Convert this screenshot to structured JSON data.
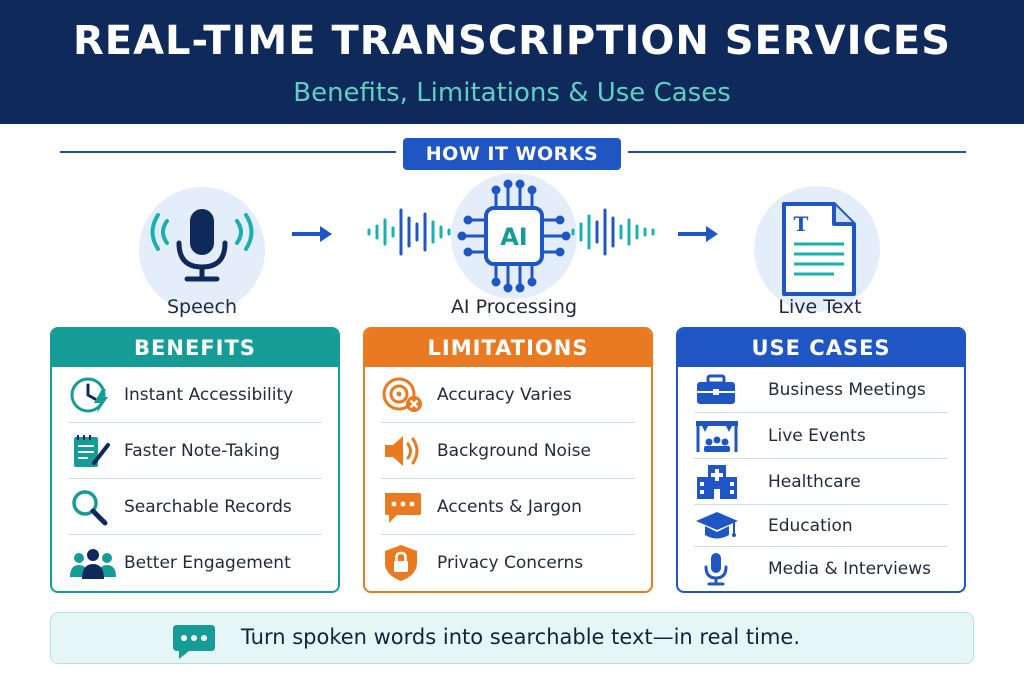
{
  "header": {
    "title": "REAL-TIME TRANSCRIPTION SERVICES",
    "subtitle": "Benefits, Limitations & Use Cases"
  },
  "how_it_works": {
    "label": "HOW IT WORKS",
    "steps": [
      {
        "label": "Speech",
        "icon": "microphone-icon"
      },
      {
        "label": "AI Processing",
        "icon": "ai-chip-icon",
        "chip_text": "AI"
      },
      {
        "label": "Live Text",
        "icon": "document-icon",
        "doc_letter": "T"
      }
    ]
  },
  "panels": {
    "benefits": {
      "title": "BENEFITS",
      "color": "#169c96",
      "items": [
        {
          "label": "Instant Accessibility",
          "icon": "clock-lightning-icon"
        },
        {
          "label": "Faster Note-Taking",
          "icon": "notepad-pen-icon"
        },
        {
          "label": "Searchable Records",
          "icon": "magnifier-icon"
        },
        {
          "label": "Better Engagement",
          "icon": "people-group-icon"
        }
      ]
    },
    "limitations": {
      "title": "LIMITATIONS",
      "color": "#ea7a22",
      "items": [
        {
          "label": "Accuracy Varies",
          "icon": "target-error-icon"
        },
        {
          "label": "Background Noise",
          "icon": "speaker-icon"
        },
        {
          "label": "Accents & Jargon",
          "icon": "chat-bubble-icon"
        },
        {
          "label": "Privacy Concerns",
          "icon": "shield-lock-icon"
        }
      ]
    },
    "use_cases": {
      "title": "USE CASES",
      "color": "#1f56c3",
      "items": [
        {
          "label": "Business Meetings",
          "icon": "briefcase-icon"
        },
        {
          "label": "Live Events",
          "icon": "stage-icon"
        },
        {
          "label": "Healthcare",
          "icon": "hospital-icon"
        },
        {
          "label": "Education",
          "icon": "graduation-cap-icon"
        },
        {
          "label": "Media & Interviews",
          "icon": "microphone-icon"
        }
      ]
    }
  },
  "footer": {
    "text": "Turn spoken words into searchable text—in real time.",
    "icon": "chat-bubble-icon"
  }
}
